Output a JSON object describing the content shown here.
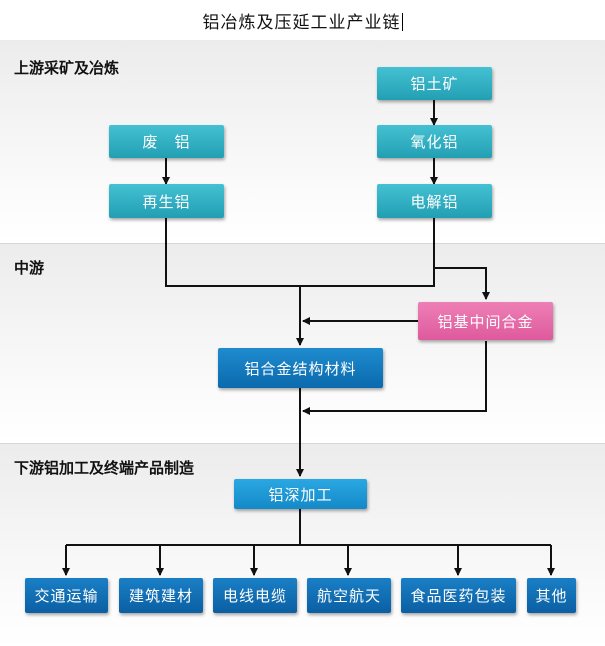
{
  "title": "铝冶炼及压延工业产业链",
  "sections": {
    "upstream": "上游采矿及冶炼",
    "midstream": "中游",
    "downstream": "下游铝加工及终端产品制造"
  },
  "nodes": {
    "bauxite": "铝土矿",
    "alumina": "氧化铝",
    "electrolytic": "电解铝",
    "scrap": "废　铝",
    "recycled": "再生铝",
    "master_alloy": "铝基中间合金",
    "structural": "铝合金结构材料",
    "deep_processing": "铝深加工"
  },
  "applications": [
    "交通运输",
    "建筑建材",
    "电线电缆",
    "航空航天",
    "食品医药包装",
    "其他"
  ]
}
